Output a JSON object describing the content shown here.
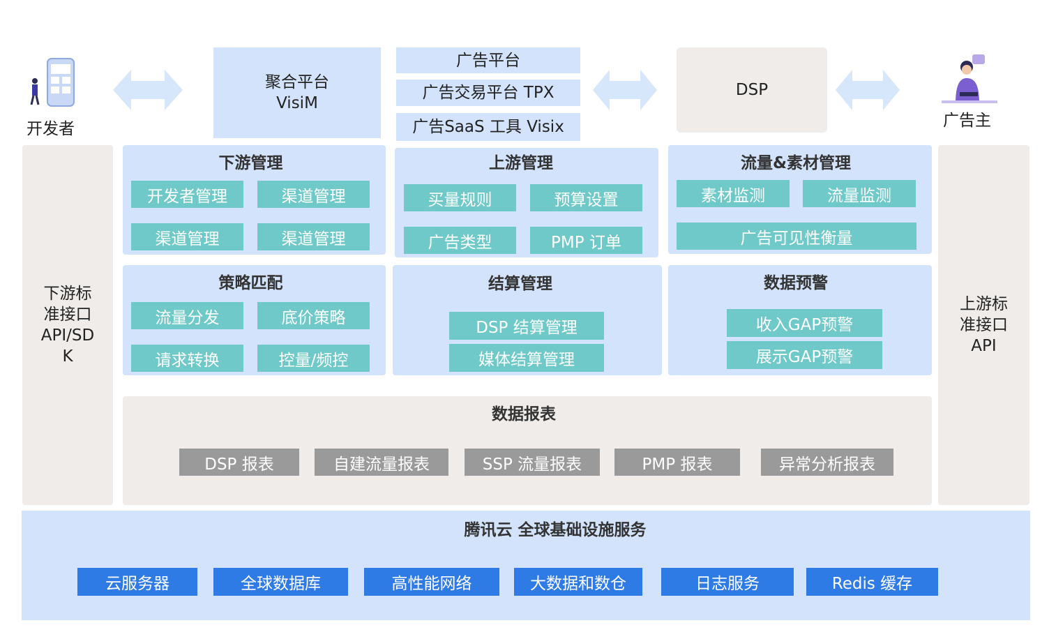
{
  "top": {
    "developer_label": "开发者",
    "advertiser_label": "广告主",
    "aggregation": [
      "聚合平台",
      "VisiM"
    ],
    "ad_platforms": [
      "广告平台",
      "广告交易平台 TPX",
      "广告SaaS 工具 Visix"
    ],
    "dsp": "DSP"
  },
  "left_column": [
    "下游标",
    "准接口",
    "API/SD",
    "K"
  ],
  "right_column": [
    "上游标",
    "准接口",
    "API"
  ],
  "downstream": {
    "title": "下游管理",
    "items": [
      "开发者管理",
      "渠道管理",
      "渠道管理",
      "渠道管理"
    ]
  },
  "upstream": {
    "title": "上游管理",
    "items": [
      "买量规则",
      "预算设置",
      "广告类型",
      "PMP 订单"
    ]
  },
  "traffic": {
    "title": "流量&素材管理",
    "items": [
      "素材监测",
      "流量监测",
      "广告可见性衡量"
    ]
  },
  "strategy": {
    "title": "策略匹配",
    "items": [
      "流量分发",
      "底价策略",
      "请求转换",
      "控量/频控"
    ]
  },
  "settlement": {
    "title": "结算管理",
    "items": [
      "DSP 结算管理",
      "媒体结算管理"
    ]
  },
  "alert": {
    "title": "数据预警",
    "items": [
      "收入GAP预警",
      "展示GAP预警"
    ]
  },
  "reports": {
    "title": "数据报表",
    "items": [
      "DSP 报表",
      "自建流量报表",
      "SSP 流量报表",
      "PMP 报表",
      "异常分析报表"
    ]
  },
  "infra": {
    "title": "腾讯云 全球基础设施服务",
    "items": [
      "云服务器",
      "全球数据库",
      "高性能网络",
      "大数据和数仓",
      "日志服务",
      "Redis 缓存"
    ]
  },
  "colors": {
    "light_blue": "#d3e3fb",
    "gray": "#efecea",
    "teal": "#6ec9c8",
    "gray_button": "#9a9a9a",
    "blue_button": "#2f7be6",
    "arrow": "#d6e6fb"
  }
}
